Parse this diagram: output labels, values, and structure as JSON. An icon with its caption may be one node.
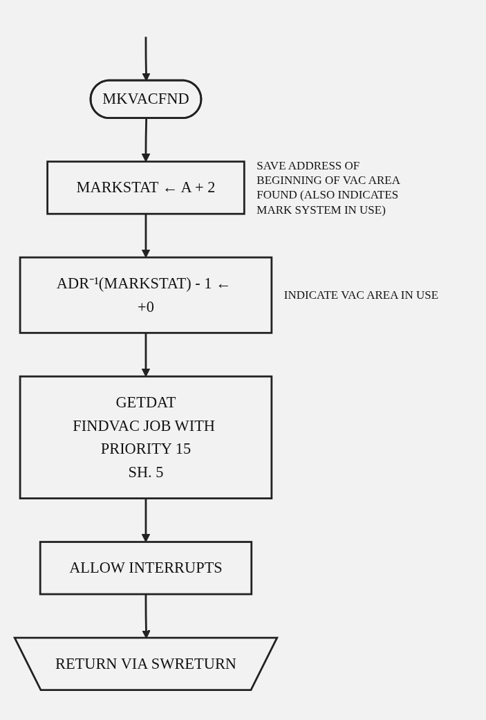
{
  "diagram": {
    "nodes": [
      {
        "text": [
          "MKVACFND"
        ]
      },
      {
        "text": [
          "MARKSTAT ← A + 2"
        ],
        "beside": [
          "SAVE ADDRESS OF BEGINNING OF VAC AREA FOUND (ALSO INDICATES MARK SYSTEM IN USE)"
        ]
      },
      {
        "text": [
          "ADR⁻¹(MARKSTAT) - 1 ← +0"
        ],
        "beside": [
          "INDICATE VAC AREA IN USE"
        ]
      },
      {
        "text": [
          "GETDAT",
          "FINDVAC JOB WITH PRIORITY 15",
          "SH. 5"
        ]
      },
      {
        "text": [
          "ALLOW INTERRUPTS"
        ]
      },
      {
        "text": [
          "RETURN VIA SWRETURN"
        ]
      }
    ],
    "edges": [
      {
        "from": null,
        "to": 0,
        "arrow": "to"
      },
      {
        "from": 0,
        "to": 1,
        "arrow": "to"
      },
      {
        "from": 1,
        "to": 2,
        "arrow": "to"
      },
      {
        "from": 2,
        "to": 3,
        "arrow": "to"
      },
      {
        "from": 3,
        "to": 4,
        "arrow": "to"
      },
      {
        "from": 4,
        "to": 5,
        "arrow": "to"
      }
    ]
  }
}
